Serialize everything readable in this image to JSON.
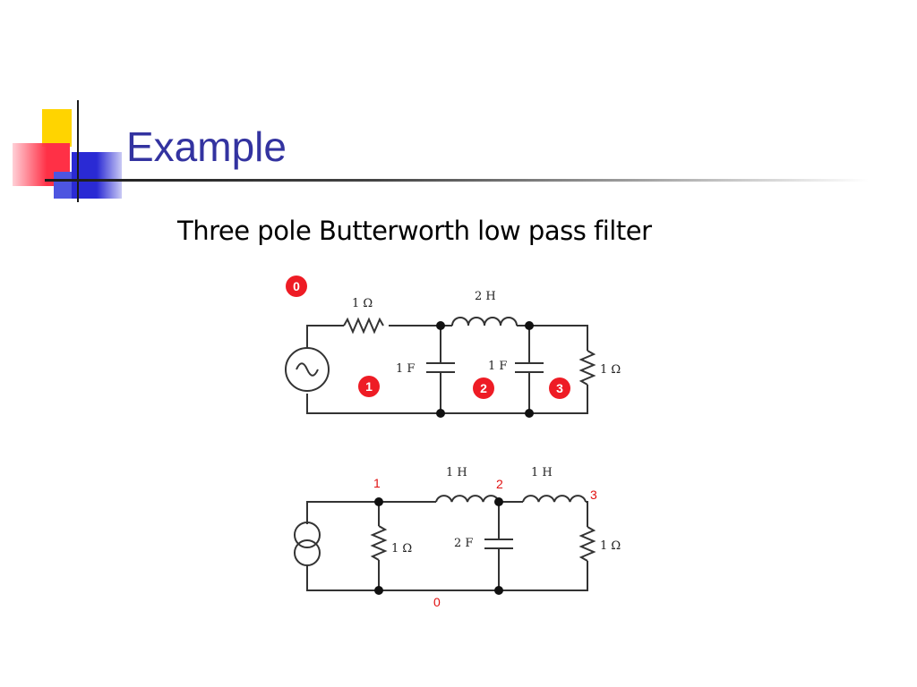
{
  "slide": {
    "title": "Example",
    "subtitle": "Three pole Butterworth low pass filter"
  },
  "colors": {
    "title": "#3333a0",
    "node_marker": "#ee1c25",
    "node_text_red": "#e01010",
    "wire": "#333333"
  },
  "circuit1": {
    "node_markers": [
      "0",
      "1",
      "2",
      "3"
    ],
    "components": {
      "r_source": "1 Ω",
      "inductor": "2 H",
      "cap_left": "1 F",
      "cap_right": "1 F",
      "r_load": "1 Ω"
    },
    "source_icon": "ac-voltage-source-icon"
  },
  "circuit2": {
    "node_labels": [
      "1",
      "2",
      "3",
      "0"
    ],
    "components": {
      "inductor_left": "1 H",
      "inductor_right": "1 H",
      "r_shunt": "1 Ω",
      "capacitor": "2 F",
      "r_load": "1 Ω"
    },
    "source_icon": "current-source-icon"
  }
}
